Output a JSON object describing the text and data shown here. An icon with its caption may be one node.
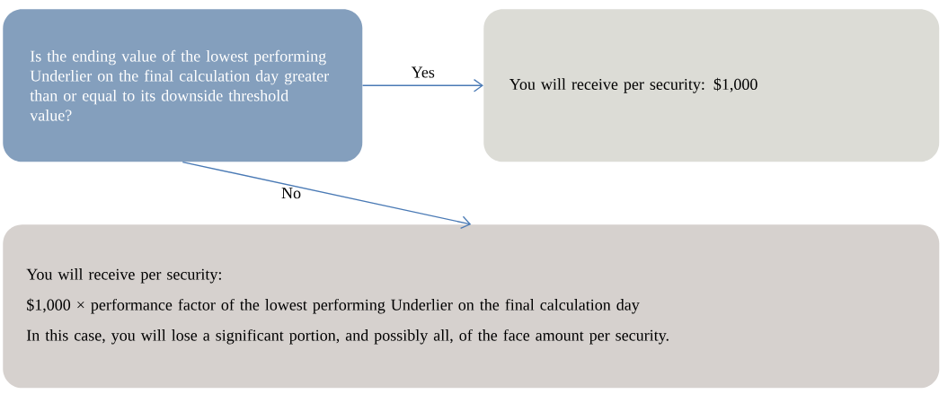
{
  "diagram": {
    "nodes": [
      {
        "text": [
          "Is the ending value of the lowest performing Underlier on the final calculation day greater than or equal to its downside threshold value?"
        ]
      },
      {
        "text": [
          "You will receive per security: $1,000"
        ]
      },
      {
        "text": [
          "You will receive per security:",
          "$1,000 × performance factor of the lowest performing Underlier on the final calculation day",
          "In this case, you will lose a significant portion, and possibly all, of the face amount per security."
        ]
      }
    ],
    "edges": [
      {
        "from": 0,
        "to": 1,
        "arrow": "to",
        "label": "Yes"
      },
      {
        "from": 0,
        "to": 2,
        "arrow": "to",
        "label": "No"
      }
    ]
  }
}
